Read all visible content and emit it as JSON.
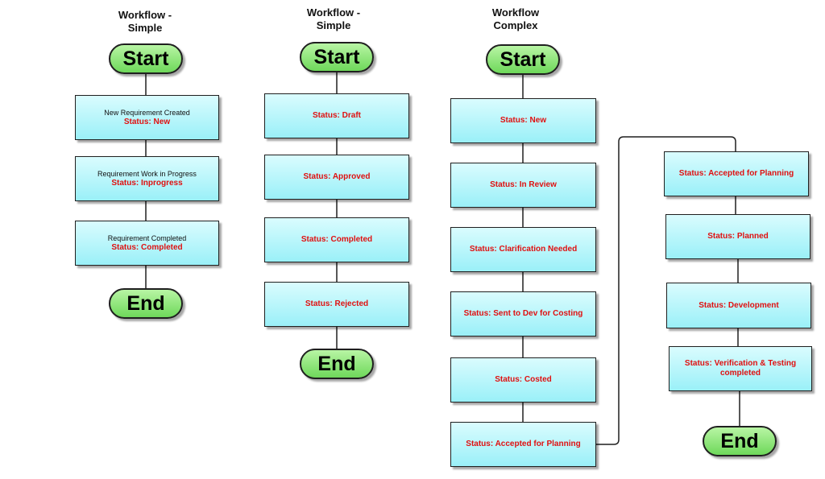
{
  "columns": [
    {
      "title": "Workflow -\nSimple",
      "start": "Start",
      "end": "End",
      "steps": [
        {
          "text": "New Requirement Created",
          "status": "Status: New"
        },
        {
          "text": "Requirement Work in Progress",
          "status": "Status: Inprogress"
        },
        {
          "text": "Requirement Completed",
          "status": "Status: Completed"
        }
      ]
    },
    {
      "title": "Workflow -\nSimple",
      "start": "Start",
      "end": "End",
      "steps": [
        {
          "status": "Status: Draft"
        },
        {
          "status": "Status: Approved"
        },
        {
          "status": "Status: Completed"
        },
        {
          "status": "Status: Rejected"
        }
      ]
    },
    {
      "title": "Workflow\nComplex",
      "start": "Start",
      "end": "End",
      "steps": [
        {
          "status": "Status: New"
        },
        {
          "status": "Status: In Review"
        },
        {
          "status": "Status: Clarification Needed"
        },
        {
          "status": "Status: Sent to Dev for Costing"
        },
        {
          "status": "Status: Costed"
        },
        {
          "status": "Status: Accepted for Planning"
        }
      ],
      "continued_steps": [
        {
          "status": "Status: Accepted for Planning"
        },
        {
          "status": "Status: Planned"
        },
        {
          "status": "Status: Development"
        },
        {
          "status": "Status: Verification & Testing completed"
        }
      ]
    }
  ],
  "colors": {
    "terminal_fill": "#7fe06b",
    "process_fill": "#b4f4fa",
    "status_text": "#e01010",
    "line": "#1f1f1f"
  }
}
